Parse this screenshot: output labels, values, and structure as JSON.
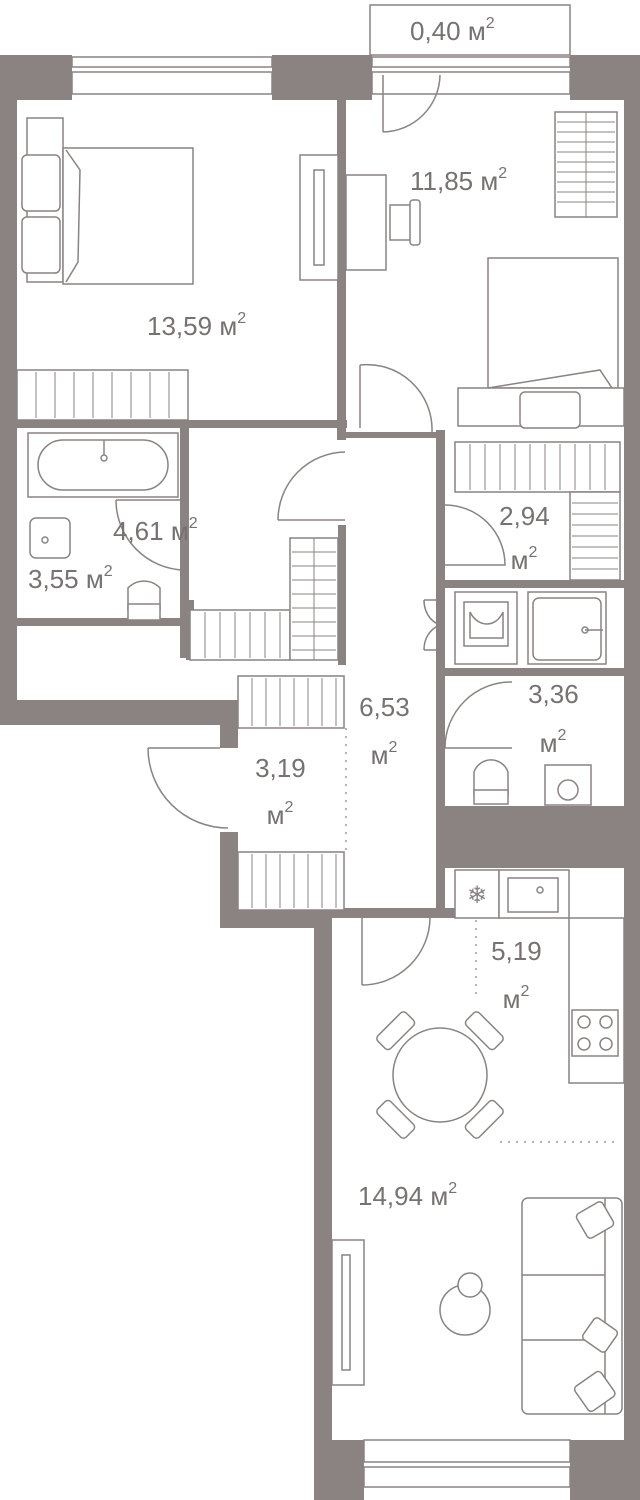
{
  "colors": {
    "wall": "#8a8382",
    "text": "#777171",
    "background": "#ffffff"
  },
  "rooms": [
    {
      "id": "balcony",
      "area": "0,40",
      "unit": "м",
      "sup": "2"
    },
    {
      "id": "bedroom-1",
      "area": "13,59",
      "unit": "м",
      "sup": "2"
    },
    {
      "id": "bedroom-2",
      "area": "11,85",
      "unit": "м",
      "sup": "2"
    },
    {
      "id": "bathroom",
      "area": "4,61",
      "unit": "м",
      "sup": "2"
    },
    {
      "id": "toilet-1",
      "area": "3,55",
      "unit": "м",
      "sup": "2"
    },
    {
      "id": "closet-1",
      "area": "2,94",
      "unit": "м",
      "sup": "2"
    },
    {
      "id": "hall",
      "area": "6,53",
      "unit": "м",
      "sup": "2"
    },
    {
      "id": "toilet-2",
      "area": "3,36",
      "unit": "м",
      "sup": "2"
    },
    {
      "id": "entry",
      "area": "3,19",
      "unit": "м",
      "sup": "2"
    },
    {
      "id": "kitchen",
      "area": "5,19",
      "unit": "м",
      "sup": "2"
    },
    {
      "id": "living",
      "area": "14,94",
      "unit": "м",
      "sup": "2"
    }
  ],
  "icons": [
    "bed-icon",
    "sofa-icon",
    "dining-table-icon",
    "cooktop-icon",
    "fridge-icon",
    "bathtub-icon",
    "toilet-icon",
    "sink-icon",
    "washing-machine-icon",
    "desk-icon",
    "tv-icon",
    "wardrobe-icon",
    "door-icon",
    "window-icon"
  ]
}
